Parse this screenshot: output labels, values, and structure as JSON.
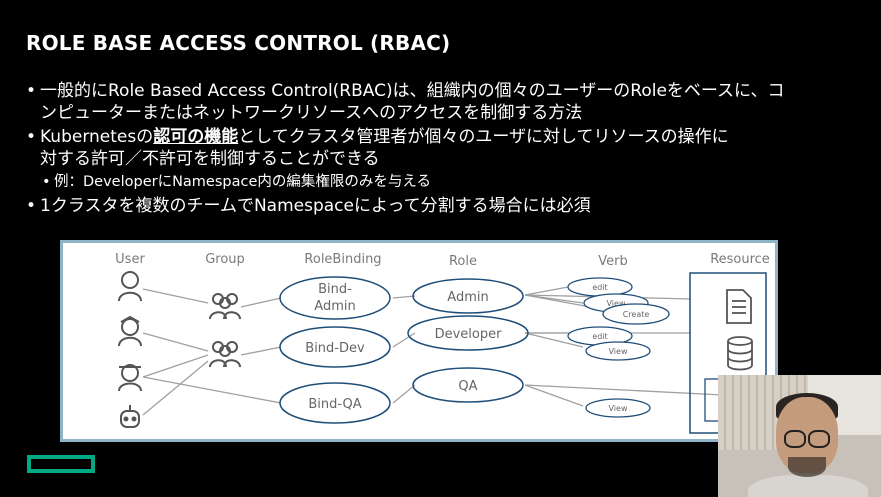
{
  "slide": {
    "title": "ROLE BASE ACCESS CONTROL (RBAC)",
    "bullet1": "一般的にRole Based Access Control(RBAC)は、組織内の個々のユーザーのRoleをベースに、コンピューターまたはネットワークリソースへのアクセスを制御する方法",
    "bullet1_line1": "一般的にRole Based Access Control(RBAC)は、組織内の個々のユーザーのRoleをベースに、コ",
    "bullet1_line2": "ンピューターまたはネットワークリソースへのアクセスを制御する方法",
    "bullet2_pre": "Kubernetesの",
    "bullet2_em": "認可の機能",
    "bullet2_post1": "としてクラスタ管理者が個々のユーザに対してリソースの操作に",
    "bullet2_post2": "対する許可／不許可を制御することができる",
    "sub_bullet": "例：DeveloperにNamespace内の編集権限のみを与える",
    "bullet3": "1クラスタを複数のチームでNamespaceによって分割する場合には必須"
  },
  "diagram": {
    "headers": {
      "user": "User",
      "group": "Group",
      "rolebinding": "RoleBinding",
      "role": "Role",
      "verb": "Verb",
      "resource": "Resource"
    },
    "bindings": [
      "Bind-\nAdmin",
      "Bind-Dev",
      "Bind-QA"
    ],
    "binding_admin_l1": "Bind-",
    "binding_admin_l2": "Admin",
    "binding_dev": "Bind-Dev",
    "binding_qa": "Bind-QA",
    "roles": [
      "Admin",
      "Developer",
      "QA"
    ],
    "verbs_admin": [
      "edit",
      "View",
      "Create"
    ],
    "verbs_dev": [
      "edit",
      "View"
    ],
    "verbs_qa": [
      "View"
    ],
    "user_icons": [
      "person-icon",
      "person-cap-icon",
      "person-hat-icon",
      "robot-icon"
    ],
    "group_icons": [
      "group-icon",
      "group-icon"
    ],
    "resource_icons": [
      "document-icon",
      "database-icon"
    ]
  },
  "colors": {
    "background": "#000000",
    "ellipse_stroke": "#1f4e79",
    "line": "#9a9a9a",
    "brand": "#01a982"
  }
}
